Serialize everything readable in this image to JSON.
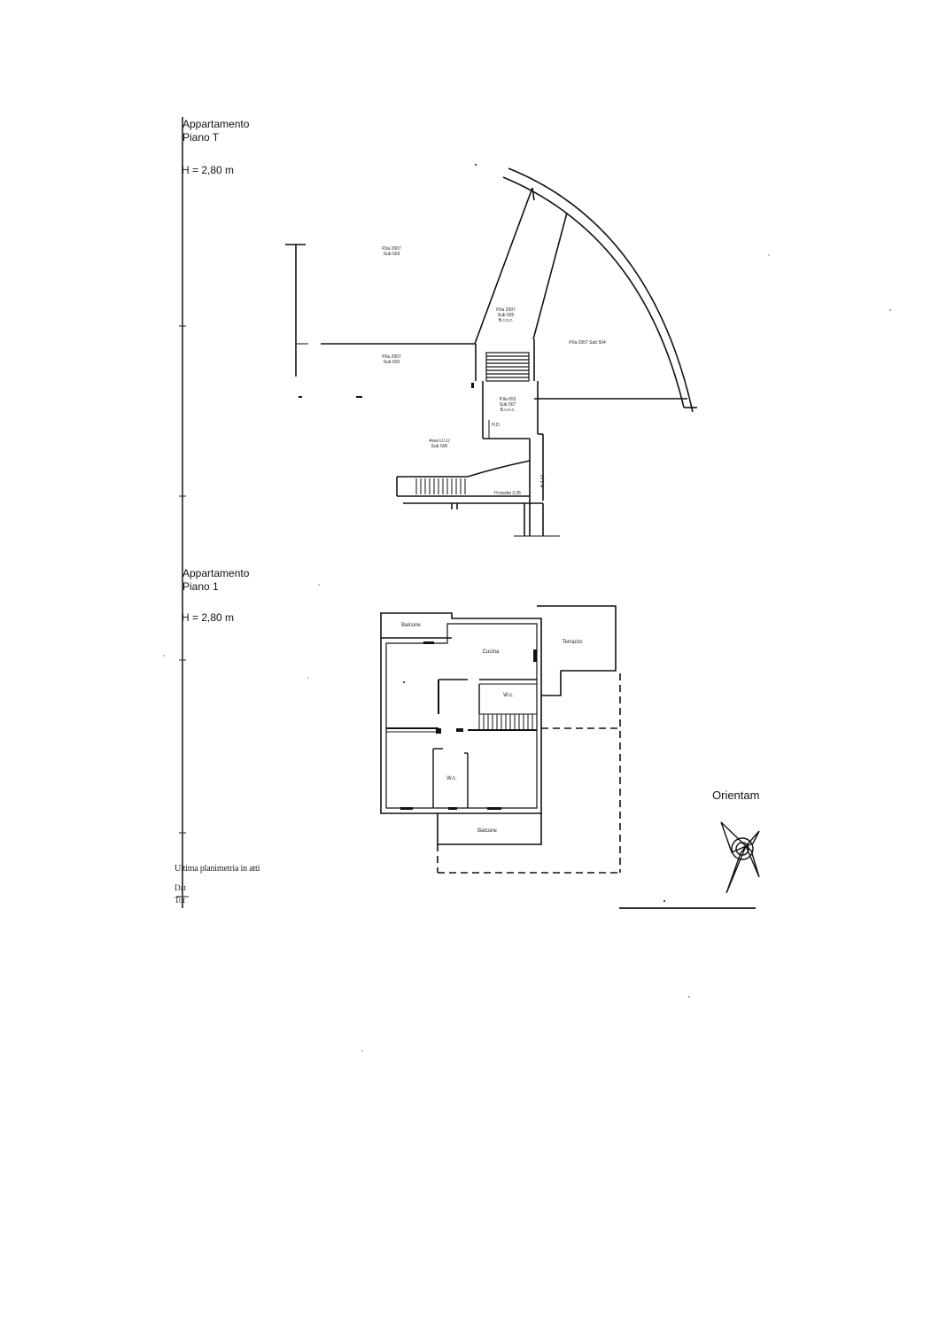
{
  "sections": [
    {
      "title": "Appartamento",
      "floor": "Piano T",
      "height": "H = 2,80 m"
    },
    {
      "title": "Appartamento",
      "floor": "Piano 1",
      "height": "H = 2,80 m"
    }
  ],
  "ground_floor_labels": {
    "p1": [
      "P.lla 2007",
      "Sub 503"
    ],
    "p2": [
      "P.lla 2007",
      "Sub 505",
      "B.c.n.c."
    ],
    "p3": "P.lla 2007 Sub 504",
    "p4": [
      "P.lla 2007",
      "Sub 603"
    ],
    "p5": [
      "P.lla 653",
      "Sub 507",
      "B.c.n.c."
    ],
    "p6": [
      "Area U.I.U",
      "Sub 505"
    ],
    "p7": "H.D.",
    "p8": "H.media 3,35",
    "p9": "H 2,44"
  },
  "first_floor_labels": {
    "balcone_top": "Balcone",
    "cucina": "Cucina",
    "terrazzo": "Terrazzo",
    "wc_upper": "W.c.",
    "wc_lower": "W.c.",
    "balcone_bottom": "Balcone"
  },
  "footer": {
    "note": "Ultima planimetria in atti",
    "line2": "Dat",
    "line3": "Tot"
  },
  "orientation": "Orientam"
}
